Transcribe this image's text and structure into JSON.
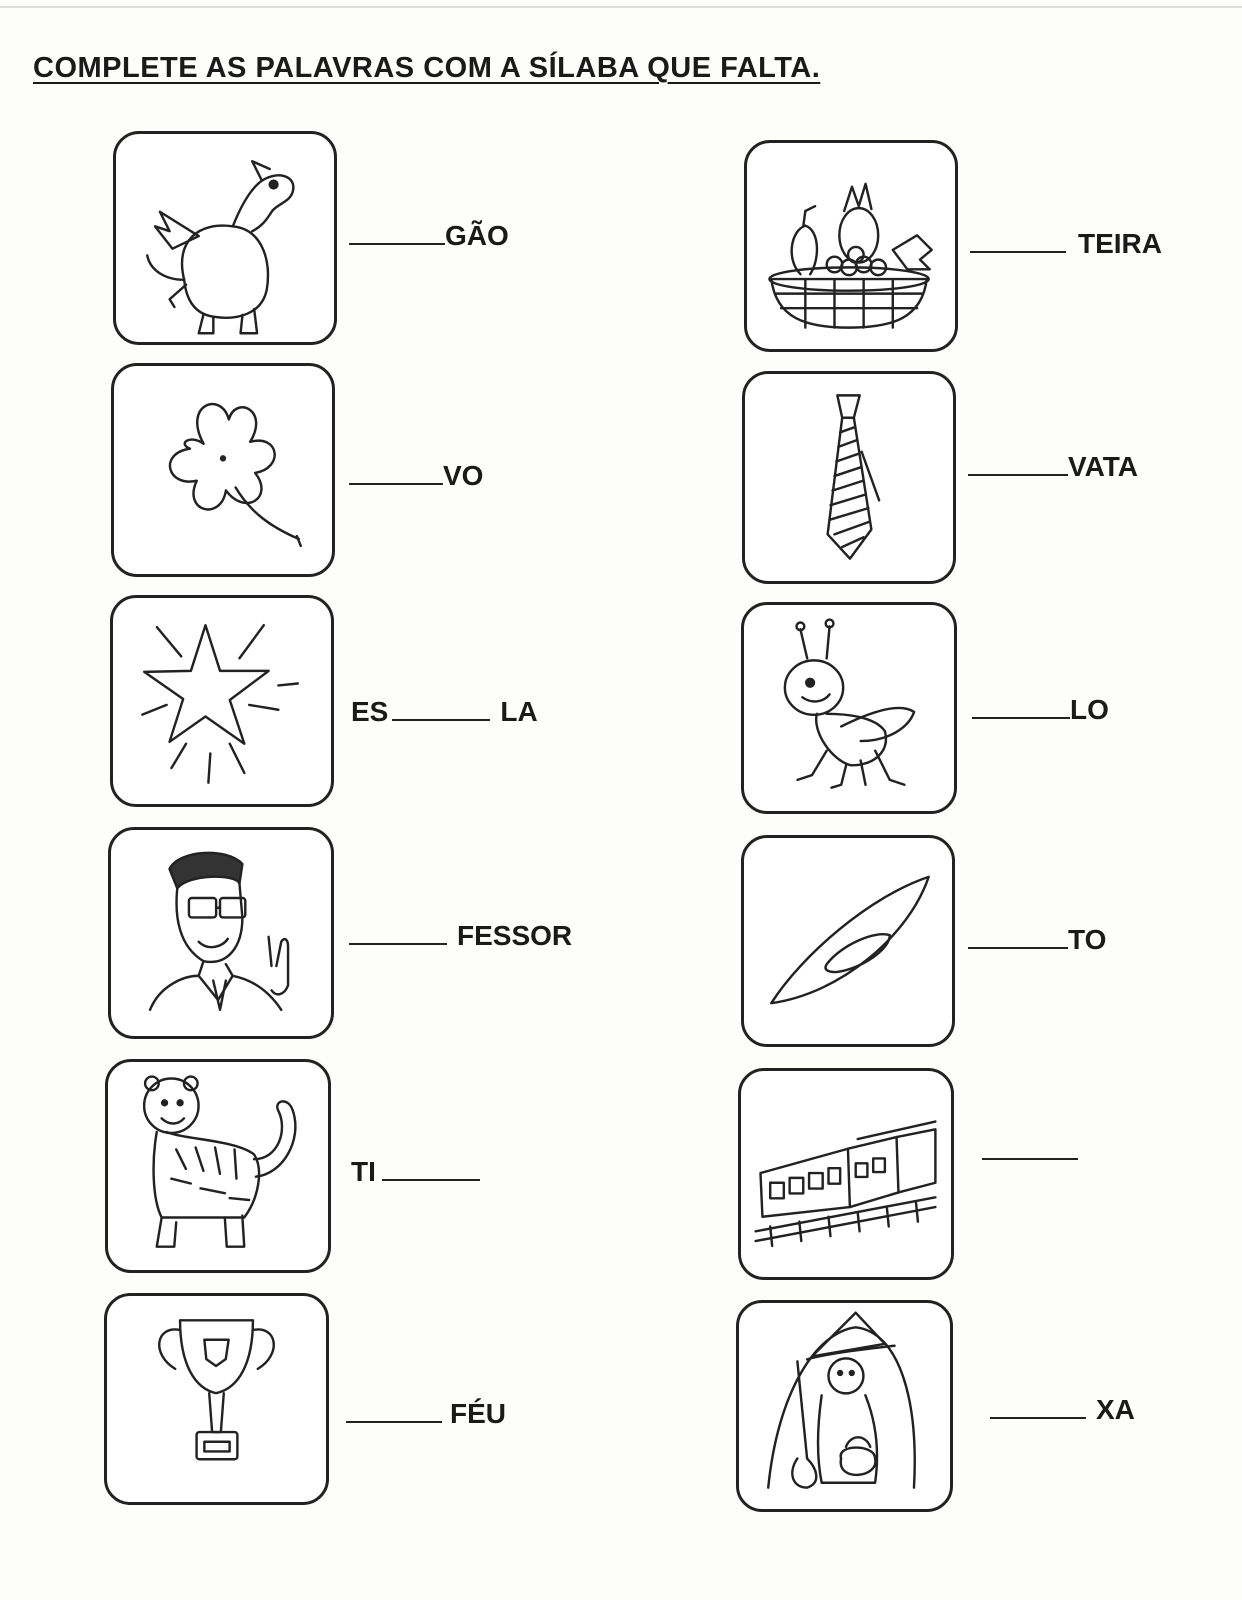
{
  "title": "COMPLETE AS PALAVRAS COM A SÍLABA QUE FALTA.",
  "left_items": [
    {
      "icon": "dragon-icon",
      "before": "",
      "after": "GÃO"
    },
    {
      "icon": "clover-icon",
      "before": "",
      "after": "VO"
    },
    {
      "icon": "star-icon",
      "before": "ES",
      "after": "LA"
    },
    {
      "icon": "teacher-icon",
      "before": "",
      "after": "FESSOR"
    },
    {
      "icon": "tiger-icon",
      "before": "TI",
      "after": ""
    },
    {
      "icon": "trophy-icon",
      "before": "",
      "after": "FÉU"
    }
  ],
  "right_items": [
    {
      "icon": "fruit-basket-icon",
      "before": "",
      "after": "TEIRA"
    },
    {
      "icon": "necktie-icon",
      "before": "",
      "after": "VATA"
    },
    {
      "icon": "grasshopper-icon",
      "before": "",
      "after": "LO"
    },
    {
      "icon": "plate-icon",
      "before": "",
      "after": "TO"
    },
    {
      "icon": "train-icon",
      "before": "",
      "after": ""
    },
    {
      "icon": "witch-icon",
      "before": "",
      "after": "XA"
    }
  ]
}
